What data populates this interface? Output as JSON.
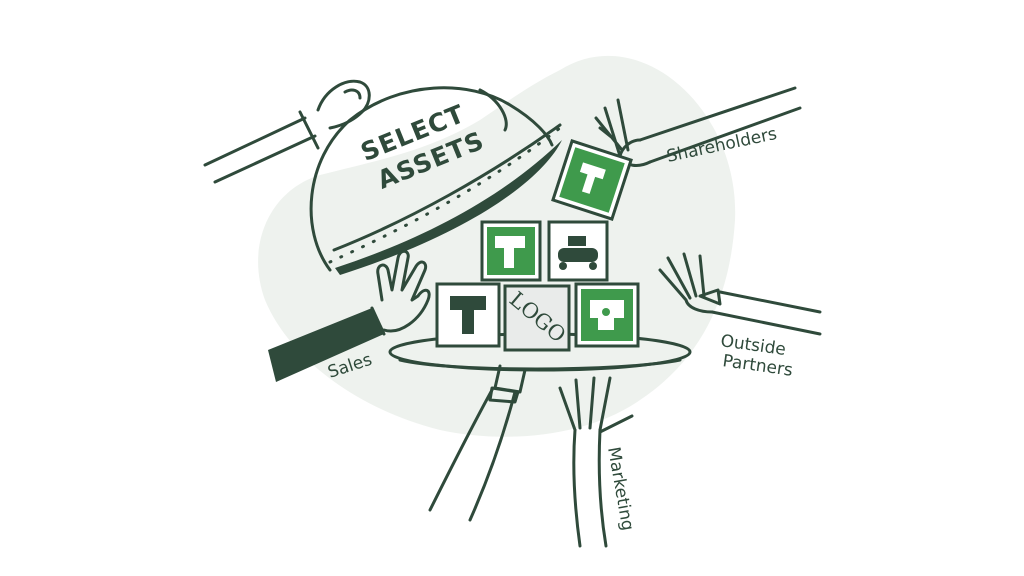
{
  "dome": {
    "line1": "SELECT",
    "line2": "ASSETS"
  },
  "labels": {
    "shareholders": "Shareholders",
    "outside": "Outside",
    "partners": "Partners",
    "sales": "Sales",
    "marketing": "Marketing"
  },
  "logo_block": "LOGO",
  "colors": {
    "ink": "#2f4a3b",
    "accent": "#3f9a4c",
    "blob": "#eef2ee",
    "logo_fill": "#e9ebea"
  },
  "icons": [
    "drill-icon",
    "air-compressor-icon",
    "jigsaw-icon"
  ]
}
